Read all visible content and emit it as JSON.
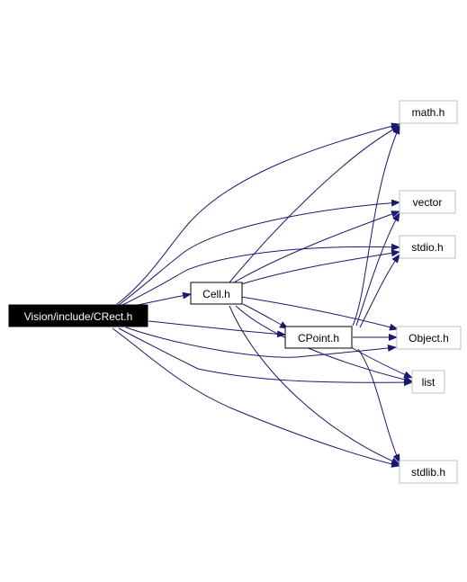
{
  "graph": {
    "colors": {
      "edge": "#191970",
      "root_fill": "#000000",
      "root_text": "#ffffff",
      "node_border": "#000000",
      "leaf_border": "#bfbfbf",
      "node_text": "#000000"
    },
    "nodes": {
      "crect": "Vision/include/CRect.h",
      "cell": "Cell.h",
      "cpoint": "CPoint.h",
      "math": "math.h",
      "vector": "vector",
      "stdio": "stdio.h",
      "object": "Object.h",
      "list": "list",
      "stdlib": "stdlib.h"
    }
  }
}
